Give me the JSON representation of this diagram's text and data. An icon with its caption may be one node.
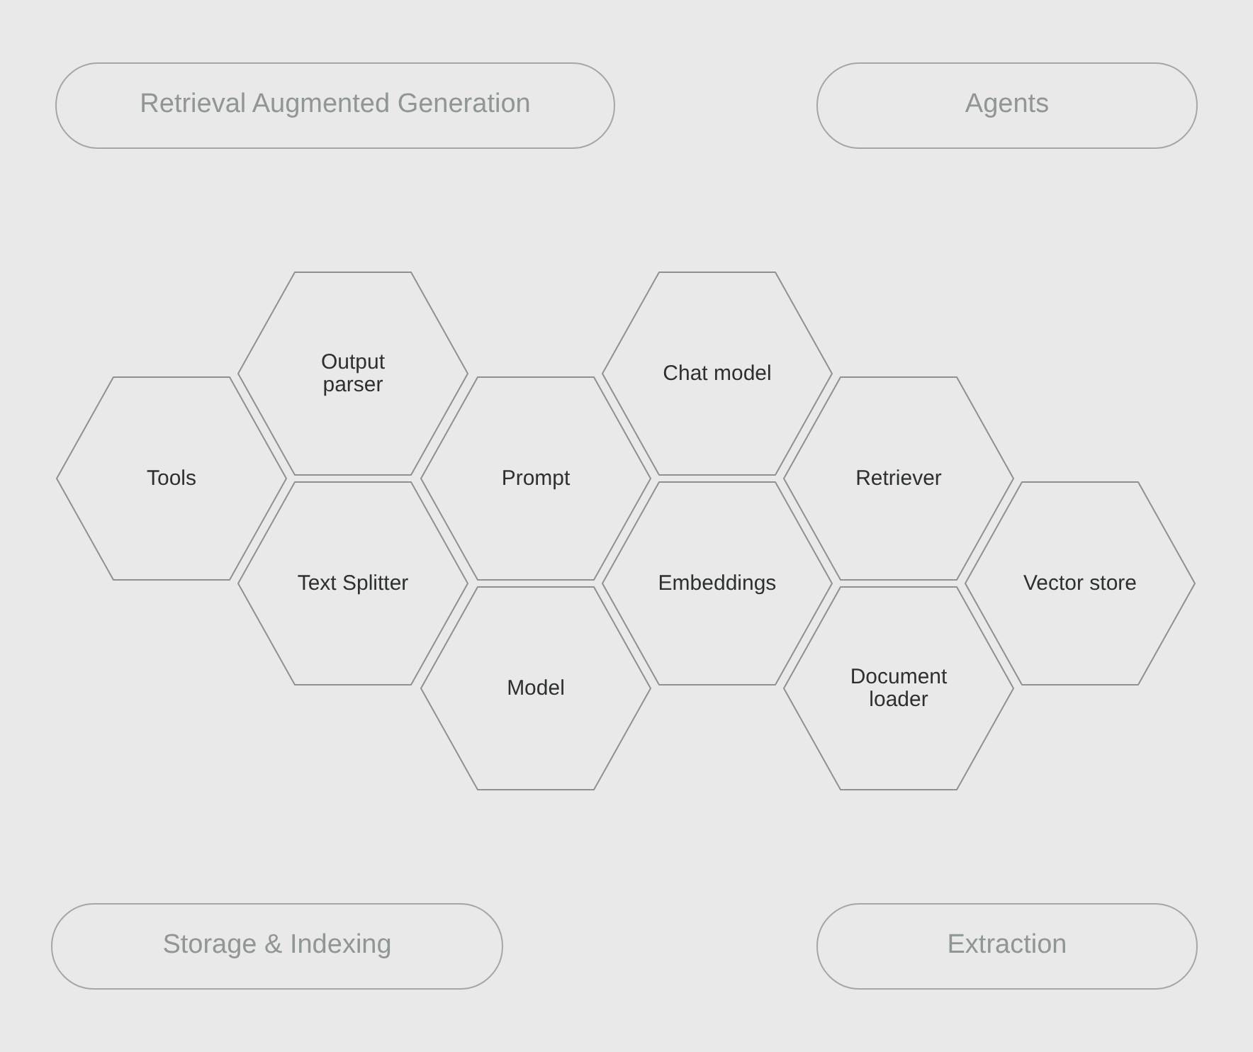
{
  "diagram": {
    "nodes": [
      {
        "text": [
          "Retrieval Augmented Generation"
        ]
      },
      {
        "text": [
          "Agents"
        ]
      },
      {
        "text": [
          "Output parser"
        ]
      },
      {
        "text": [
          "Chat model"
        ]
      },
      {
        "text": [
          "Tools"
        ]
      },
      {
        "text": [
          "Prompt"
        ]
      },
      {
        "text": [
          "Retriever"
        ]
      },
      {
        "text": [
          "Text Splitter"
        ]
      },
      {
        "text": [
          "Embeddings"
        ]
      },
      {
        "text": [
          "Vector store"
        ]
      },
      {
        "text": [
          "Model"
        ]
      },
      {
        "text": [
          "Document loader"
        ]
      },
      {
        "text": [
          "Storage & Indexing"
        ]
      },
      {
        "text": [
          "Extraction"
        ]
      }
    ]
  }
}
